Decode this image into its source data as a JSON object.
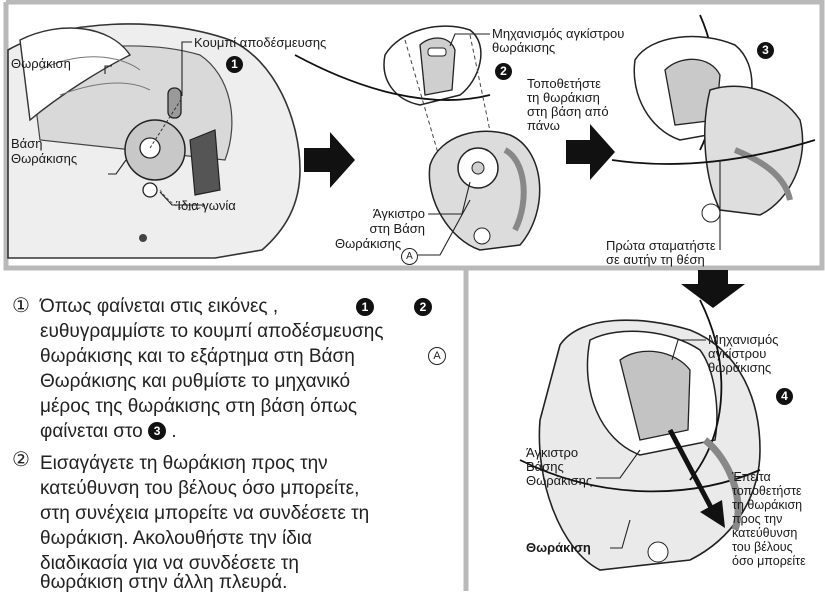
{
  "panel_top": {
    "step1": {
      "shield": "Θωράκιση",
      "release_button": "Κουμπί αποδέσμευσης",
      "base": [
        "Βάση",
        "Θωράκισης"
      ],
      "same_angle": "Ίδια γωνία",
      "marker": "1"
    },
    "step2": {
      "mechanism": [
        "Μηχανισμός αγκίστρου",
        "θωράκισης"
      ],
      "hook": [
        "Άγκιστρο",
        "στη Βάση",
        "Θωράκισης"
      ],
      "marker": "2",
      "a_marker": "A"
    },
    "step3": {
      "place": [
        "Τοποθετήστε",
        "τη θωράκιση",
        "στη βάση από",
        "πάνω"
      ],
      "first_stop": [
        "Πρώτα σταματήστε",
        "σε αυτήν τη θέση"
      ],
      "marker": "3"
    }
  },
  "step4": {
    "mechanism": [
      "Μηχανισμός",
      "αγκίστρου",
      "θωράκισης"
    ],
    "hook": [
      "Άγκιστρο",
      "Βάσης",
      "Θωράκισης"
    ],
    "shield": "Θωράκιση",
    "then": [
      "Έπειτα",
      "τοποθετήστε",
      "τη θωράκιση",
      "προς την",
      "κατεύθυνση",
      "του βέλους",
      "όσο μπορείτε"
    ],
    "marker": "4"
  },
  "instructions": {
    "item1": {
      "num": "①",
      "l1": "Όπως φαίνεται στις εικόνες ,",
      "l1_m1": "1",
      "l1_m2": "2",
      "l2": "ευθυγραμμίστε το κουμπί αποδέσμευσης",
      "l3": "θωράκισης και το εξάρτημα στη Βάση",
      "l3_m": "A",
      "l4": "Θωράκισης και ρυθμίστε το μηχανικό",
      "l5": "μέρος της θωράκισης στη βάση όπως",
      "l6": "φαίνεται στο",
      "l6_m": "3",
      "l6_end": "."
    },
    "item2": {
      "num": "②",
      "l1": "Εισαγάγετε τη θωράκιση προς την",
      "l2": "κατεύθυνση του βέλους όσο μπορείτε,",
      "l3": "στη συνέχεια μπορείτε να συνδέσετε τη",
      "l4": "θωράκιση. Ακολουθήστε την ίδια",
      "l5": "διαδικασία  για να συνδέσετε τη",
      "l6": "θωράκιση στην άλλη πλευρά."
    }
  }
}
